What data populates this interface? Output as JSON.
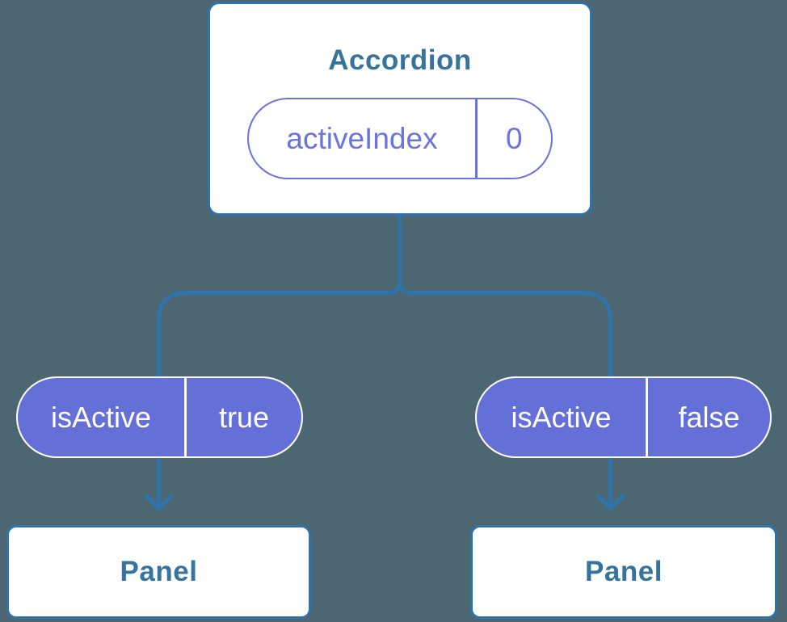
{
  "diagram": {
    "root": {
      "title": "Accordion",
      "state": {
        "name": "activeIndex",
        "value": "0"
      }
    },
    "branches": [
      {
        "prop_name": "isActive",
        "prop_value": "true",
        "child_title": "Panel"
      },
      {
        "prop_name": "isActive",
        "prop_value": "false",
        "child_title": "Panel"
      }
    ],
    "colors": {
      "background": "#4C6771",
      "connector": "#2E73A9",
      "node_border": "#2E73A9",
      "node_text": "#36749B",
      "node_fill": "#FFFFFF",
      "state_pill": "#6B74DC",
      "prop_pill_fill": "#6470D8",
      "prop_pill_text": "#FFFFFF"
    }
  }
}
